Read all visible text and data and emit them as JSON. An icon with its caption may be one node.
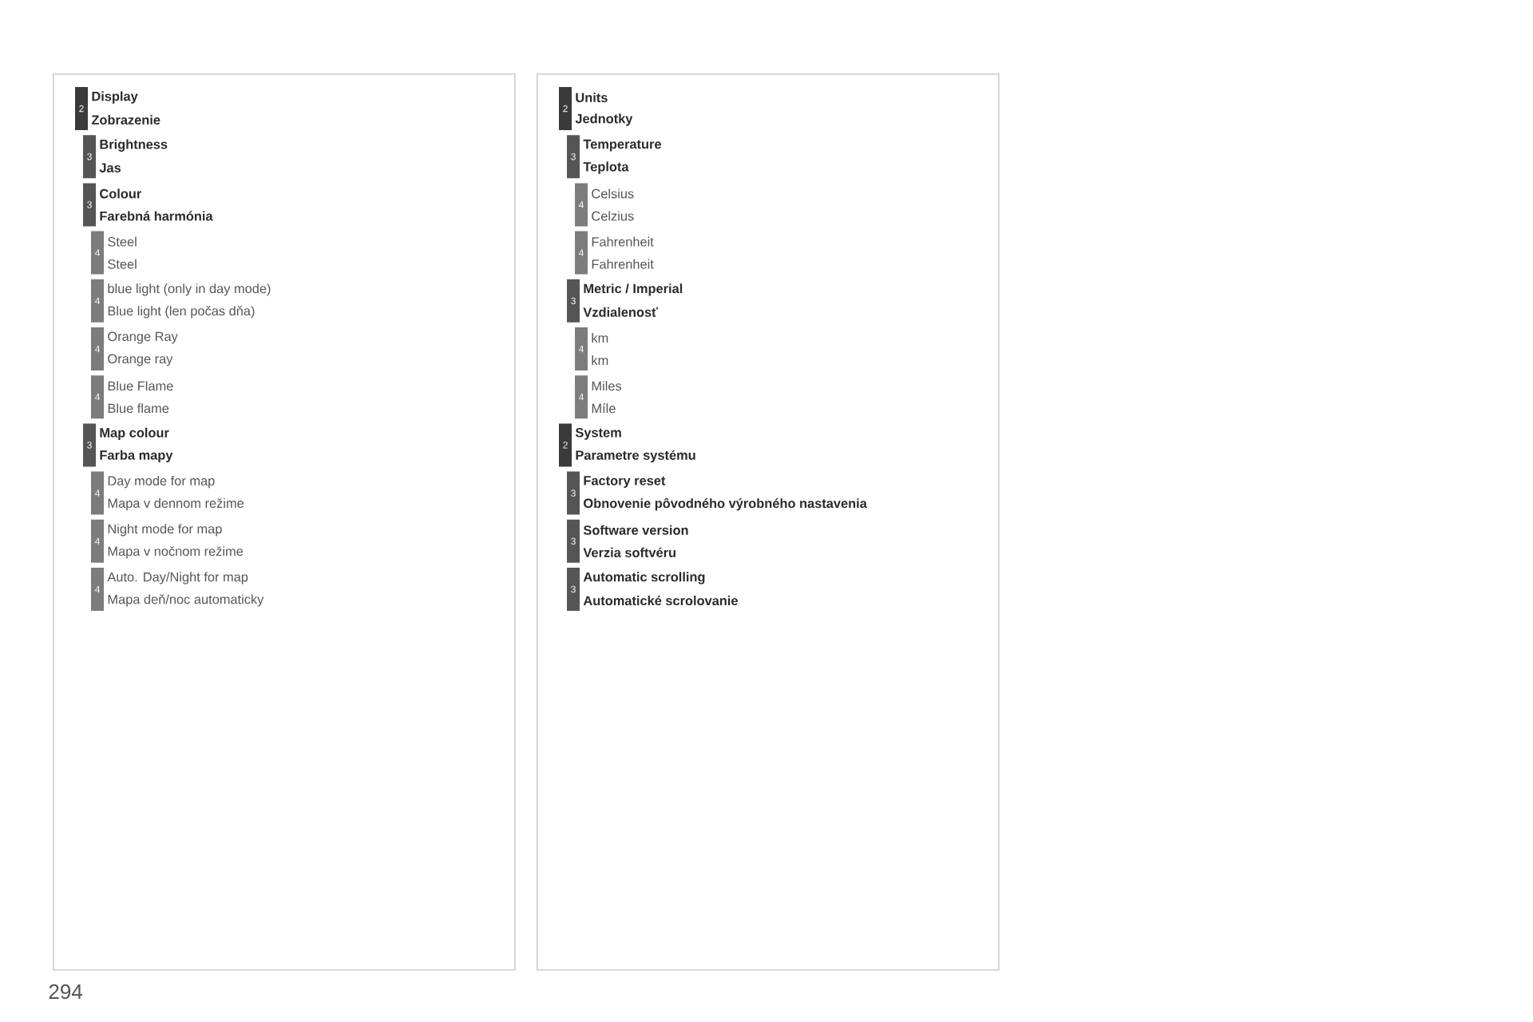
{
  "diagram": {
    "nodes": [
      {
        "text": [],
        "shape": "box"
      },
      {
        "text": [
          "2"
        ],
        "beside": [
          "Display",
          "Zobrazenie"
        ],
        "in": 0
      },
      {
        "text": [
          "3"
        ],
        "beside": [
          "Brightness",
          "Jas"
        ],
        "in": 0
      },
      {
        "text": [
          "3"
        ],
        "beside": [
          "Colour",
          "Farebná harmónia"
        ],
        "in": 0
      },
      {
        "text": [
          "4"
        ],
        "beside": [
          "Steel",
          "Steel"
        ],
        "in": 0
      },
      {
        "text": [
          "4"
        ],
        "beside": [
          "blue light (only in day mode)",
          "Blue light (len počas dňa)"
        ],
        "in": 0
      },
      {
        "text": [
          "4"
        ],
        "beside": [
          "Orange Ray",
          "Orange ray"
        ],
        "in": 0
      },
      {
        "text": [
          "4"
        ],
        "beside": [
          "Blue Flame",
          "Blue flame"
        ],
        "in": 0
      },
      {
        "text": [
          "3"
        ],
        "beside": [
          "Map colour",
          "Farba mapy"
        ],
        "in": 0
      },
      {
        "text": [
          "4"
        ],
        "beside": [
          "Day mode for map",
          "Mapa v dennom režime"
        ],
        "in": 0
      },
      {
        "text": [
          "4"
        ],
        "beside": [
          "Night mode for map",
          "Mapa v nočnom režime"
        ],
        "in": 0
      },
      {
        "text": [
          "4"
        ],
        "beside": [
          "Auto. Day/Night for map",
          "Mapa deň/noc automaticky"
        ],
        "in": 0
      },
      {
        "text": [],
        "shape": "box"
      },
      {
        "text": [
          "2"
        ],
        "beside": [
          "Units",
          "Jednotky"
        ],
        "in": 12
      },
      {
        "text": [
          "3"
        ],
        "beside": [
          "Temperature",
          "Teplota"
        ],
        "in": 12
      },
      {
        "text": [
          "4"
        ],
        "beside": [
          "Celsius",
          "Celzius"
        ],
        "in": 12
      },
      {
        "text": [
          "4"
        ],
        "beside": [
          "Fahrenheit",
          "Fahrenheit"
        ],
        "in": 12
      },
      {
        "text": [
          "3"
        ],
        "beside": [
          "Metric / Imperial",
          "Vzdialenosť"
        ],
        "in": 12
      },
      {
        "text": [
          "4"
        ],
        "beside": [
          "km",
          "km"
        ],
        "in": 12
      },
      {
        "text": [
          "4"
        ],
        "beside": [
          "Miles",
          "Míle"
        ],
        "in": 12
      },
      {
        "text": [
          "2"
        ],
        "beside": [
          "System",
          "Parametre systému"
        ],
        "in": 12
      },
      {
        "text": [
          "3"
        ],
        "beside": [
          "Factory reset",
          "Obnovenie pôvodného výrobného nastavenia"
        ],
        "in": 12
      },
      {
        "text": [
          "3"
        ],
        "beside": [
          "Software version",
          "Verzia softvéru"
        ],
        "in": 12
      },
      {
        "text": [
          "3"
        ],
        "beside": [
          "Automatic scrolling",
          "Automatické scrolovanie"
        ],
        "in": 12
      }
    ],
    "labels": [
      "294"
    ]
  }
}
